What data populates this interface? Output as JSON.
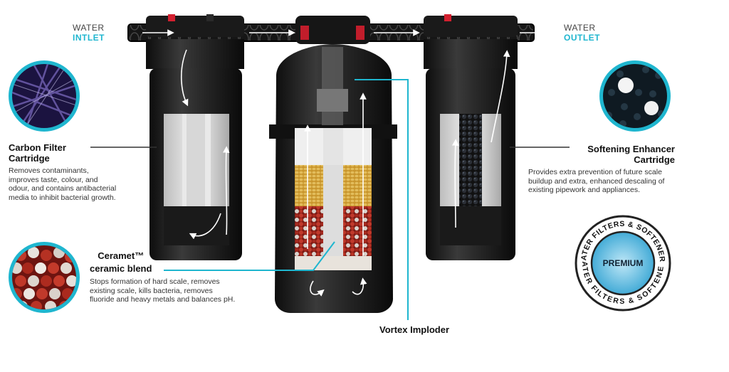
{
  "inlet": {
    "line1": "WATER",
    "line2": "INTLET"
  },
  "outlet": {
    "line1": "WATER",
    "line2": "OUTLET"
  },
  "carbon": {
    "title_line1": "Carbon Filter",
    "title_line2": "Cartridge",
    "desc": [
      "Removes contaminants,",
      "improves taste, colour, and",
      "odour, and contains antibacterial",
      "media to inhibit bacterial growth."
    ]
  },
  "softening": {
    "title_line1": "Softening Enhancer",
    "title_line2": "Cartridge",
    "desc": [
      "Provides extra prevention of future scale",
      "buildup and extra, enhanced descaling of",
      "existing pipework and appliances."
    ]
  },
  "ceramet": {
    "title_line1": "Ceramet™",
    "title_line2": "ceramic blend",
    "desc": [
      "Stops formation of hard scale, removes",
      "existing scale, kills  bacteria, removes",
      "fluoride and heavy metals and balances pH."
    ]
  },
  "vortex": {
    "label": "Vortex Imploder"
  },
  "badge": {
    "center": "PREMIUM",
    "ring": "WATER FILTERS & SOFTENERS"
  },
  "colors": {
    "accent": "#1fb6cf",
    "housing": "#1e1e1e"
  }
}
